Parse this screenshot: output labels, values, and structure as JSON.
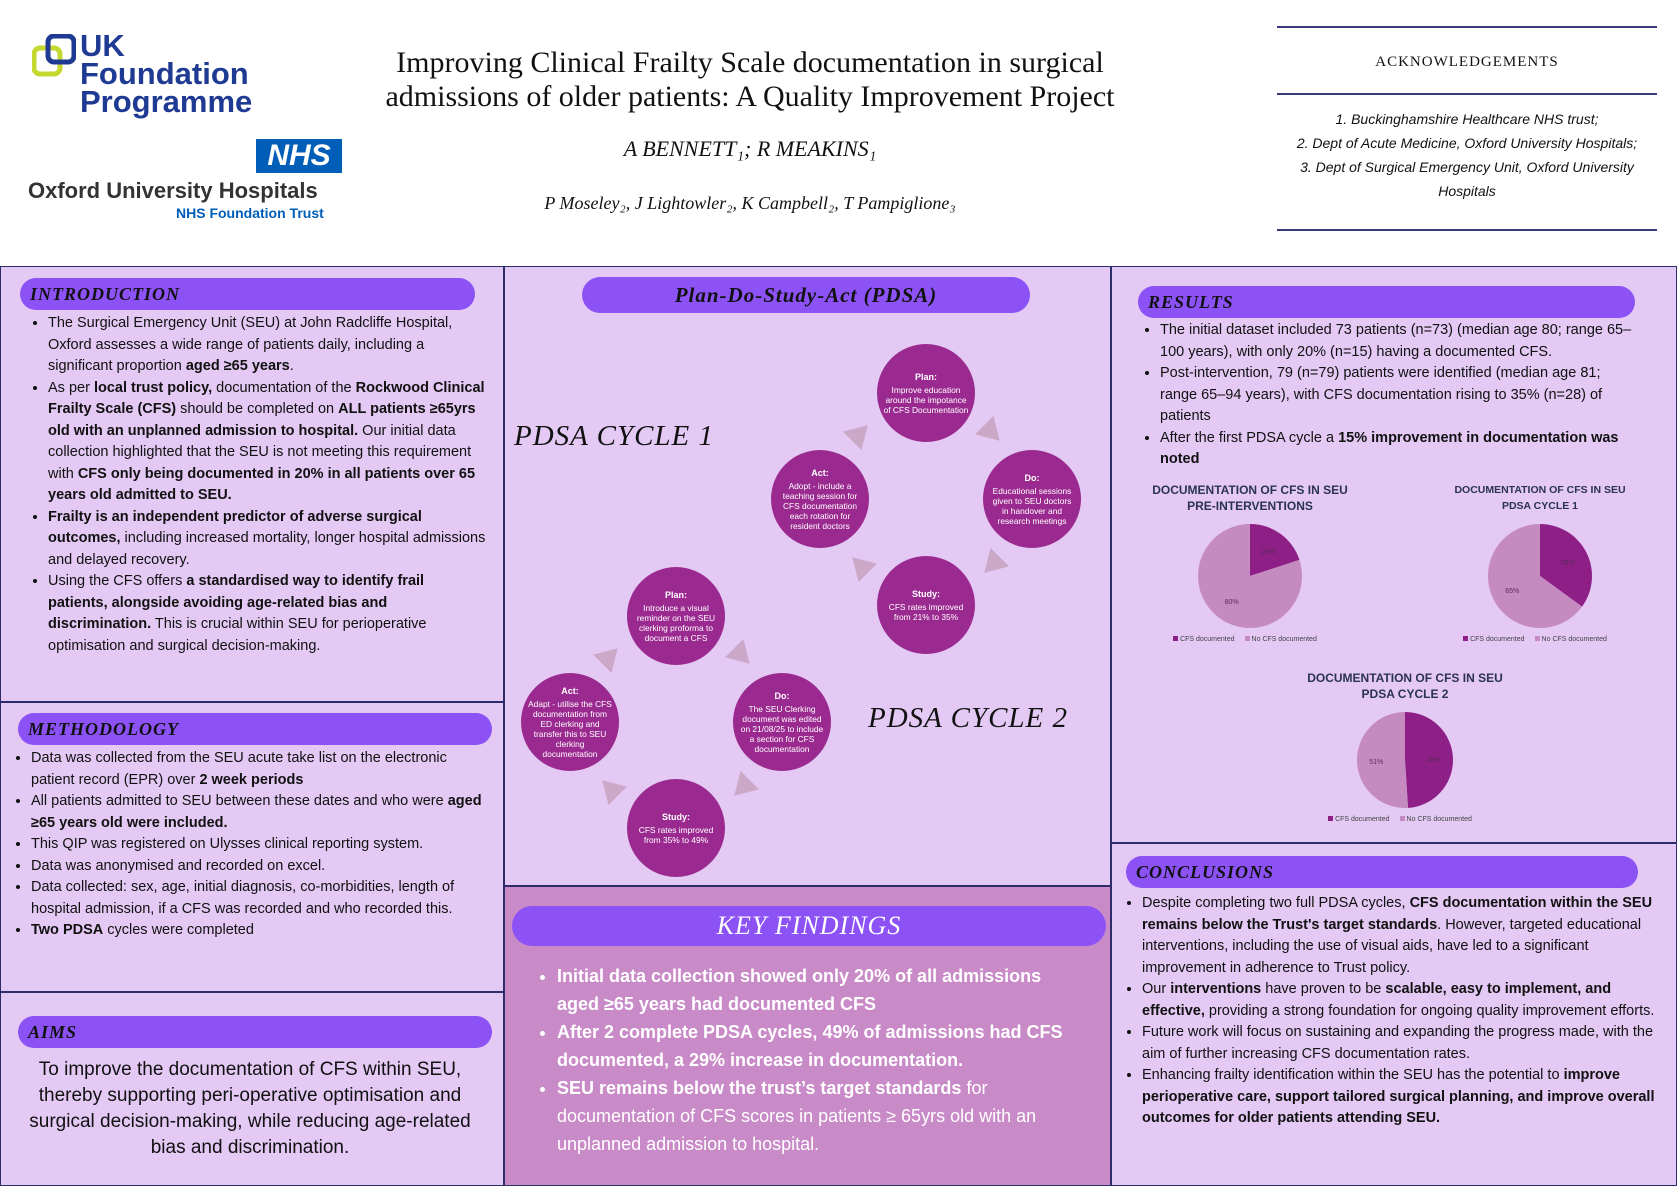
{
  "header": {
    "logo_uk": "UK Foundation Programme",
    "logo_nhs": "NHS",
    "logo_trust": "Oxford University Hospitals",
    "logo_trust_sub": "NHS Foundation Trust",
    "title": "Improving Clinical Frailty Scale documentation in surgical admissions of older patients: A Quality Improvement Project",
    "authors": "A BENNETT₁; R MEAKINS₁",
    "authors2": "P Moseley₂, J Lightowler₂, K Campbell₂, T Pampiglione₃"
  },
  "acknowledgements": {
    "title": "ACKNOWLEDGEMENTS",
    "items": [
      "1. Buckinghamshire Healthcare NHS trust;",
      "2. Dept of Acute Medicine, Oxford University Hospitals;",
      "3. Dept of Surgical Emergency Unit, Oxford University Hospitals"
    ]
  },
  "introduction": {
    "title": "INTRODUCTION",
    "bullets": [
      [
        {
          "t": "The Surgical Emergency Unit (SEU) at John Radcliffe Hospital, Oxford assesses a wide range of patients daily, including a significant proportion "
        },
        {
          "t": "aged ≥65 years",
          "b": true
        },
        {
          "t": "."
        }
      ],
      [
        {
          "t": "As per "
        },
        {
          "t": "local trust policy,",
          "b": true
        },
        {
          "t": " documentation of the "
        },
        {
          "t": "Rockwood Clinical Frailty Scale (CFS)",
          "b": true
        },
        {
          "t": " should be completed on "
        },
        {
          "t": "ALL patients ≥65yrs old with an unplanned admission to hospital.",
          "b": true
        },
        {
          "t": " Our initial data collection highlighted that the SEU is not meeting this requirement with "
        },
        {
          "t": "CFS only being documented in 20% in all patients over 65 years old admitted to SEU.",
          "b": true
        }
      ],
      [
        {
          "t": "Frailty is an independent predictor of adverse surgical outcomes,",
          "b": true
        },
        {
          "t": " including increased mortality, longer hospital admissions and delayed recovery."
        }
      ],
      [
        {
          "t": "Using the CFS offers "
        },
        {
          "t": "a standardised way to identify frail patients, alongside avoiding age-related bias and discrimination.",
          "b": true
        },
        {
          "t": " This is crucial within SEU for perioperative optimisation and surgical decision-making."
        }
      ]
    ]
  },
  "methodology": {
    "title": "METHODOLOGY",
    "bullets": [
      [
        {
          "t": "Data was collected from the SEU acute take list on the electronic patient record (EPR) over "
        },
        {
          "t": "2 week periods",
          "b": true
        }
      ],
      [
        {
          "t": "All patients admitted to SEU between these dates and who were "
        },
        {
          "t": "aged ≥65 years old were included.",
          "b": true
        }
      ],
      [
        {
          "t": "This QIP was registered on Ulysses clinical reporting system."
        }
      ],
      [
        {
          "t": "Data was anonymised and recorded on excel."
        }
      ],
      [
        {
          "t": "Data collected: sex, age, initial diagnosis, co-morbidities, length of hospital admission, if a CFS was recorded and who recorded this."
        }
      ],
      [
        {
          "t": "Two PDSA",
          "b": true
        },
        {
          "t": " cycles were completed"
        }
      ]
    ]
  },
  "aims": {
    "title": "AIMS",
    "text": "To improve the documentation of CFS within SEU, thereby supporting peri-operative optimisation and surgical decision-making, while reducing age-related bias and discrimination."
  },
  "pdsa": {
    "title": "Plan-Do-Study-Act (PDSA)",
    "cycle1_label": "PDSA CYCLE 1",
    "cycle2_label": "PDSA CYCLE 2",
    "cycle1": {
      "plan": {
        "head": "Plan:",
        "body": "Improve education around the impotance of CFS Documentation"
      },
      "do": {
        "head": "Do:",
        "body": "Educational sessions given to SEU doctors in handover and research meetings"
      },
      "study": {
        "head": "Study:",
        "body": "CFS rates improved from 21% to 35%"
      },
      "act": {
        "head": "Act:",
        "body": "Adopt - include a teaching session for CFS documentation each rotation for resident doctors"
      }
    },
    "cycle2": {
      "plan": {
        "head": "Plan:",
        "body": "Introduce a visual reminder on the SEU clerking proforma to document a CFS"
      },
      "do": {
        "head": "Do:",
        "body": "The SEU Clerking document was edited on 21/08/25 to include a section for CFS documentation"
      },
      "study": {
        "head": "Study:",
        "body": "CFS rates improved from 35% to 49%"
      },
      "act": {
        "head": "Act:",
        "body": "Adapt - utilise the CFS documentation from ED clerking and transfer this to SEU clerking documentation"
      }
    }
  },
  "key_findings": {
    "title": "KEY FINDINGS",
    "bullets": [
      [
        {
          "t": "Initial data collection showed only 20% of all admissions aged ≥65 years had documented CFS",
          "b": true
        }
      ],
      [
        {
          "t": "After 2 complete PDSA cycles, 49% of admissions had CFS documented, a 29% increase in documentation.",
          "b": true
        }
      ],
      [
        {
          "t": "SEU remains below the trust’s target standards",
          "b": true
        },
        {
          "t": " for documentation of CFS scores in patients ≥ 65yrs old with an unplanned admission to hospital."
        }
      ]
    ]
  },
  "results": {
    "title": "RESULTS",
    "bullets": [
      [
        {
          "t": "The initial dataset included 73 patients (n=73) (median age 80; range 65–100 years), with only 20% (n=15) having a documented CFS."
        }
      ],
      [
        {
          "t": "Post-intervention, 79 (n=79) patients were identified (median age 81; range 65–94 years), with CFS documentation rising to 35% (n=28) of patients"
        }
      ],
      [
        {
          "t": "After the first PDSA cycle a "
        },
        {
          "t": "15% improvement in documentation was noted",
          "b": true
        }
      ]
    ]
  },
  "chart_data": [
    {
      "type": "pie",
      "title": "DOCUMENTATION OF CFS IN SEU PRE-INTERVENTIONS",
      "categories": [
        "CFS documented",
        "No CFS documented"
      ],
      "values": [
        20,
        80
      ],
      "labels": [
        "20%",
        "80%"
      ],
      "legend": "bottom"
    },
    {
      "type": "pie",
      "title": "DOCUMENTATION OF CFS IN SEU PDSA CYCLE 1",
      "categories": [
        "CFS documented",
        "No CFS documented"
      ],
      "values": [
        35,
        65
      ],
      "labels": [
        "35%",
        "65%"
      ],
      "legend": "bottom"
    },
    {
      "type": "pie",
      "title": "DOCUMENTATION OF CFS IN SEU PDSA CYCLE 2",
      "categories": [
        "CFS documented",
        "No CFS documented"
      ],
      "values": [
        49,
        51
      ],
      "labels": [
        "49%",
        "51%"
      ],
      "legend": "bottom"
    }
  ],
  "colors": {
    "cfs_documented": "#8e1f86",
    "no_cfs": "#c58bc1",
    "pill": "#8c52f5",
    "panel": "#e3c9f4",
    "key_findings_bg": "#c98ac8",
    "circle": "#9b2a90"
  },
  "conclusions": {
    "title": "CONCLUSIONS",
    "bullets": [
      [
        {
          "t": "Despite completing two full PDSA cycles, "
        },
        {
          "t": "CFS documentation within the SEU remains below the Trust's target standards",
          "b": true
        },
        {
          "t": ". However, targeted educational interventions, including the use of visual aids, have led to a significant improvement in adherence to Trust policy."
        }
      ],
      [
        {
          "t": "Our "
        },
        {
          "t": "interventions",
          "b": true
        },
        {
          "t": " have proven to be "
        },
        {
          "t": "scalable, easy to implement, and effective,",
          "b": true
        },
        {
          "t": " providing a strong foundation for ongoing quality improvement efforts."
        }
      ],
      [
        {
          "t": "Future work will focus on sustaining and expanding the progress made, with the aim of further increasing CFS documentation rates."
        }
      ],
      [
        {
          "t": "Enhancing frailty identification within the SEU has the potential to "
        },
        {
          "t": "improve perioperative care, support tailored surgical planning, and improve overall outcomes for older patients attending SEU.",
          "b": true
        }
      ]
    ]
  }
}
